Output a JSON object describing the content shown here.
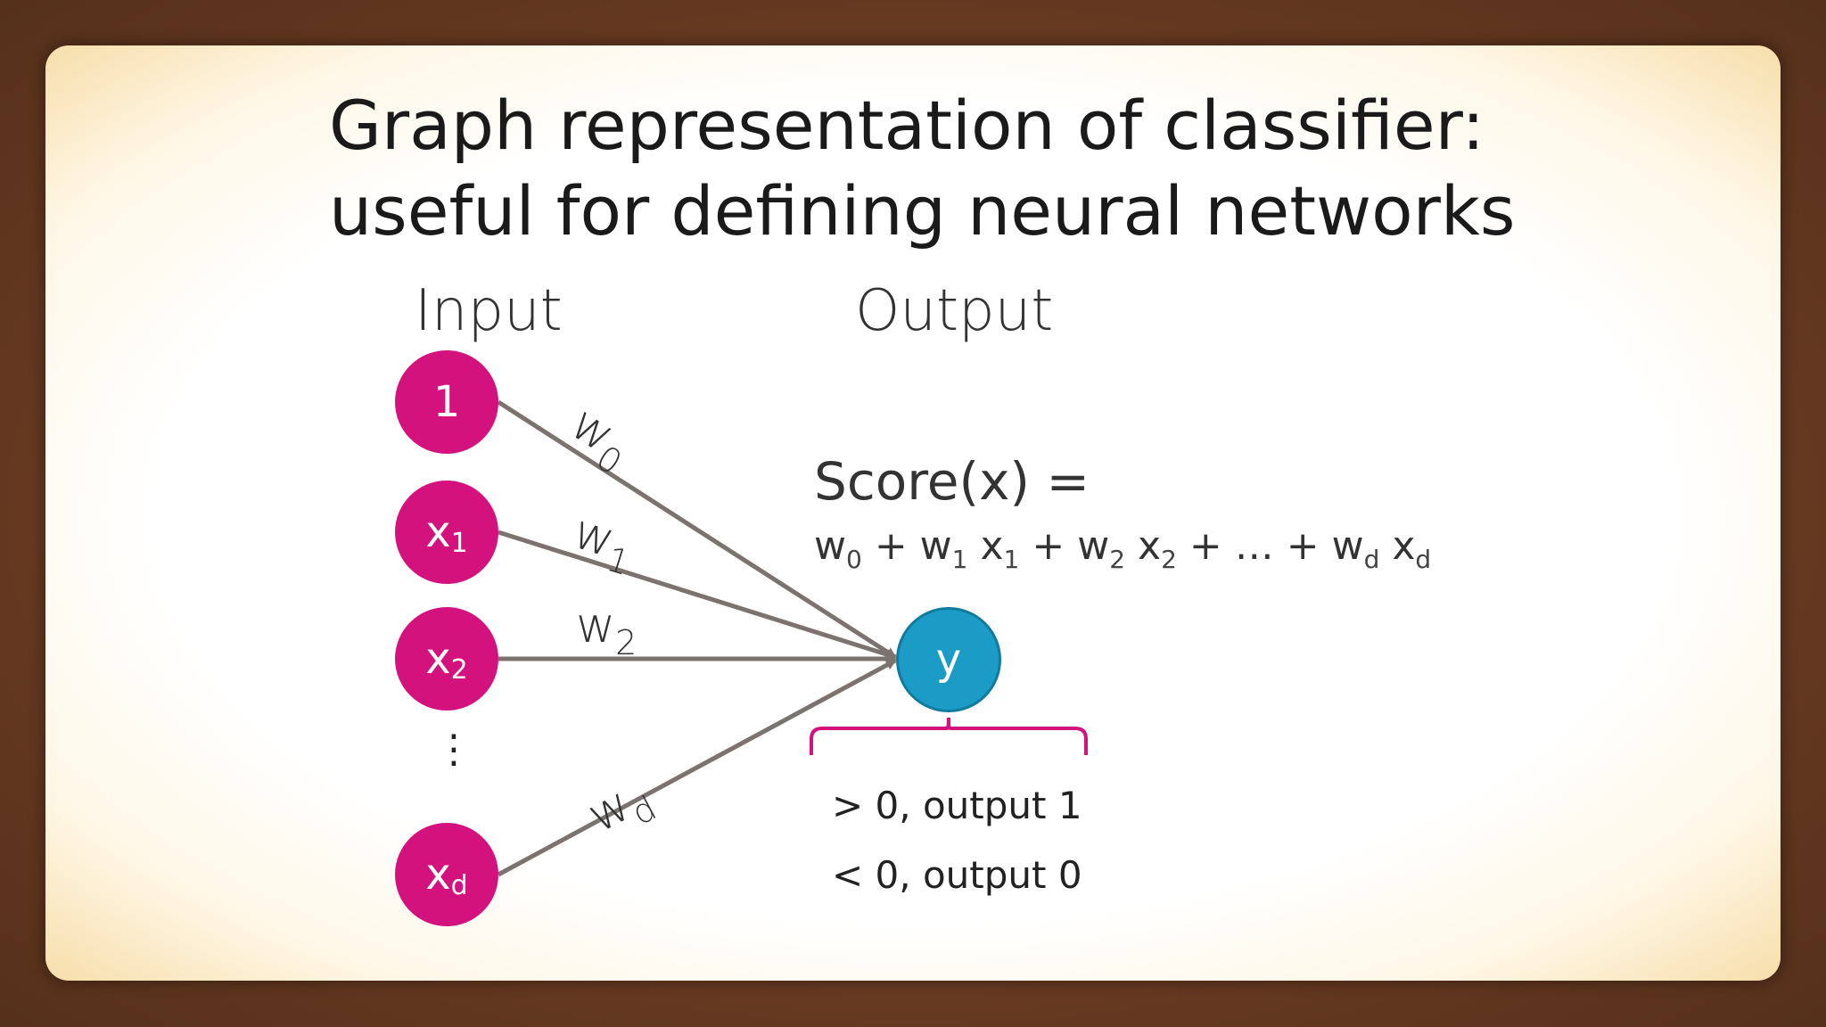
{
  "title": {
    "line1": "Graph representation of classifier:",
    "line2": "useful for defining neural networks"
  },
  "headers": {
    "input": "Input",
    "output": "Output"
  },
  "nodes": {
    "bias": {
      "label": "1"
    },
    "x1": {
      "base": "x",
      "sub": "1"
    },
    "x2": {
      "base": "x",
      "sub": "2"
    },
    "xd": {
      "base": "x",
      "sub": "d"
    },
    "y": {
      "label": "y"
    },
    "dots": "⋮"
  },
  "weights": {
    "w0": {
      "base": "w",
      "sub": "0"
    },
    "w1": {
      "base": "w",
      "sub": "1"
    },
    "w2": {
      "base": "w",
      "sub": "2"
    },
    "wd": {
      "base": "w",
      "sub": "d"
    }
  },
  "score": {
    "title": "Score(x) =",
    "formula": {
      "w0": "w",
      "w0_sub": "0",
      "plus1": " + ",
      "w1": "w",
      "w1_sub": "1",
      "x1": " x",
      "x1_sub": "1",
      "plus2": " + ",
      "w2": "w",
      "w2_sub": "2",
      "x2": " x",
      "x2_sub": "2",
      "ellipsis": " + … + ",
      "wd": "w",
      "wd_sub": "d",
      "xd": " x",
      "xd_sub": "d"
    }
  },
  "rules": {
    "positive": "> 0, output 1",
    "negative": "< 0, output 0"
  },
  "colors": {
    "input_node": "#d4127e",
    "output_node": "#1a9cc6",
    "edge": "#7a7370",
    "brace": "#d4127e",
    "frame": "#6a3b22"
  }
}
